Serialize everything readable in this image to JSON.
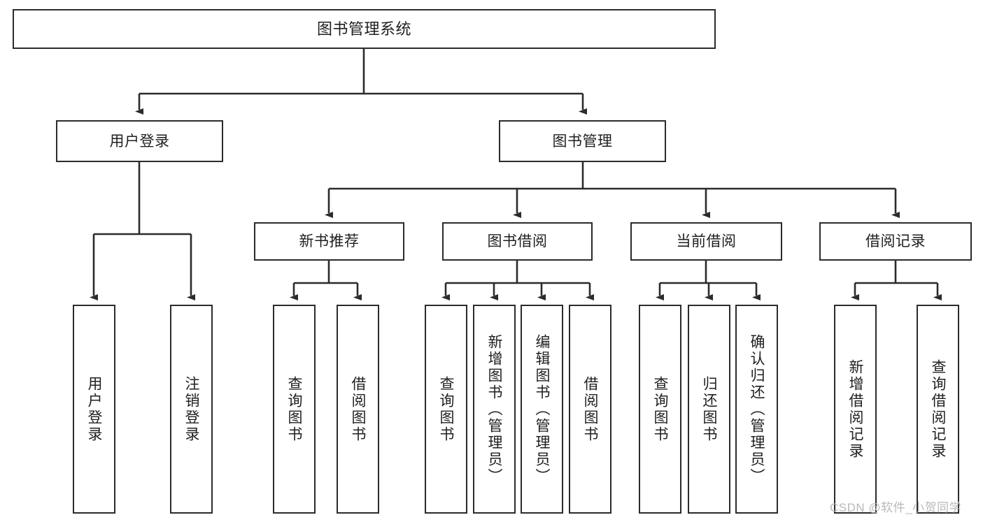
{
  "diagram": {
    "title": "图书管理系统",
    "type": "tree-hierarchy",
    "orientation": "top-down",
    "style": {
      "box_border_color": "#2b2b2b",
      "box_fill_color": "#ffffff",
      "connector_color": "#2b2b2b",
      "text_color": "#1f1f1f",
      "watermark_color": "#b9b9b9",
      "background": "#ffffff"
    }
  },
  "root": {
    "label": "图书管理系统"
  },
  "level1": [
    {
      "label": "用户登录"
    },
    {
      "label": "图书管理"
    }
  ],
  "level2": [
    {
      "label": "新书推荐"
    },
    {
      "label": "图书借阅"
    },
    {
      "label": "当前借阅"
    },
    {
      "label": "借阅记录"
    }
  ],
  "leaves": {
    "user_login": [
      {
        "label": "用户登录"
      },
      {
        "label": "注销登录"
      }
    ],
    "new_book_recommend": [
      {
        "label": "查询图书"
      },
      {
        "label": "借阅图书"
      }
    ],
    "book_borrow": [
      {
        "label": "查询图书"
      },
      {
        "label": "新增图书（管理员）"
      },
      {
        "label": "编辑图书（管理员）"
      },
      {
        "label": "借阅图书"
      }
    ],
    "current_borrow": [
      {
        "label": "查询图书"
      },
      {
        "label": "归还图书"
      },
      {
        "label": "确认归还（管理员）"
      }
    ],
    "borrow_record": [
      {
        "label": "新增借阅记录"
      },
      {
        "label": "查询借阅记录"
      }
    ]
  },
  "watermark": {
    "text": "CSDN @软件_小贺同学"
  }
}
